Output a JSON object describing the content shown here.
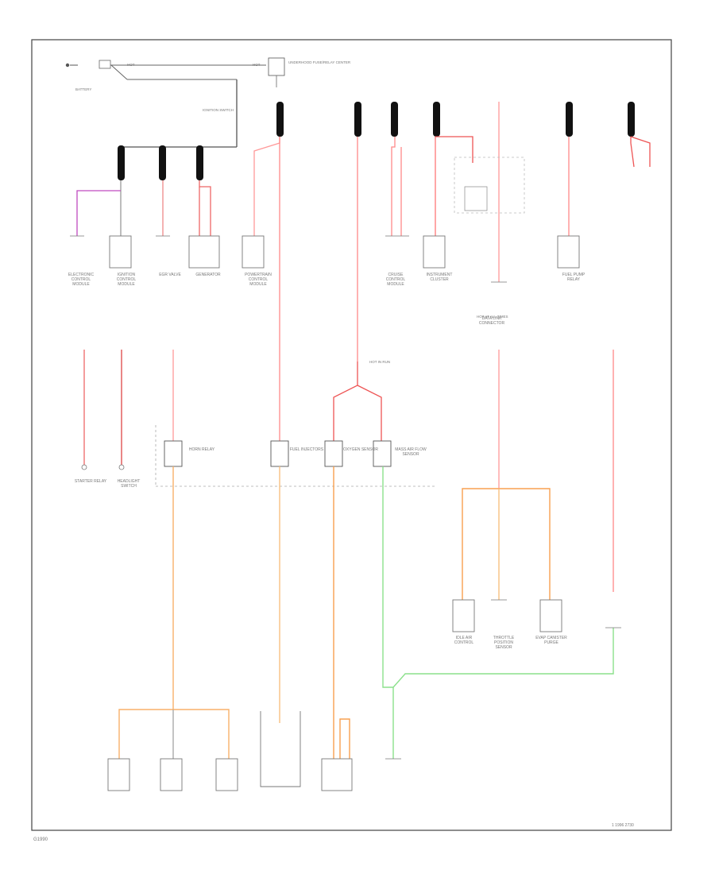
{
  "diagram": {
    "footer_left": "G1990",
    "footer_right": "1 1996 2730",
    "battery_label": "BATTERY",
    "fuse_box_label": "UNDERHOOD FUSE/RELAY CENTER",
    "ign_switch_label": "IGNITION SWITCH",
    "connector_label_left": "HOT IN RUN",
    "connector_label_right": "HOT AT ALL TIMES",
    "component_names": [
      "ELECTRONIC CONTROL MODULE",
      "IGNITION CONTROL MODULE",
      "EGR VALVE",
      "GENERATOR",
      "POWERTRAIN CONTROL MODULE",
      "CRUISE CONTROL MODULE",
      "INSTRUMENT CLUSTER",
      "FUEL PUMP RELAY",
      "DATA LINK CONNECTOR",
      "STARTER RELAY",
      "HEADLIGHT SWITCH",
      "HORN RELAY",
      "FUEL INJECTORS",
      "OXYGEN SENSOR",
      "MASS AIR FLOW SENSOR",
      "IDLE AIR CONTROL",
      "THROTTLE POSITION SENSOR",
      "EVAP CANISTER PURGE"
    ]
  }
}
